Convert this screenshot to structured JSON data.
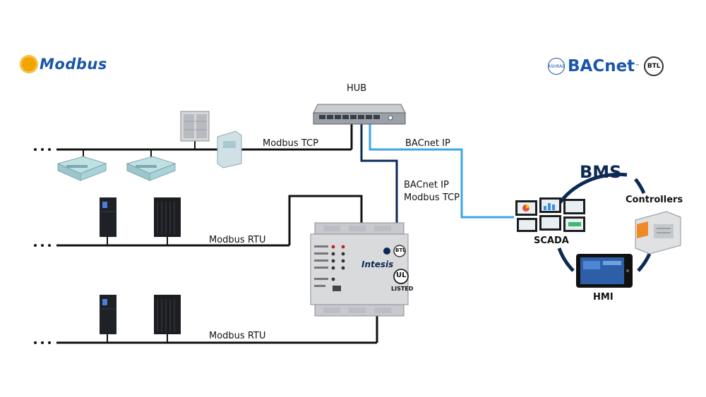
{
  "logos": {
    "modbus": "Modbus",
    "bacnet": "BACnet",
    "bacnet_tm": "™",
    "ashrae": "ASHRAE",
    "btl": "BTL"
  },
  "labels": {
    "hub": "HUB",
    "modbus_tcp": "Modbus TCP",
    "bacnet_ip_top": "BACnet IP",
    "bacnet_ip_mid": "BACnet IP",
    "modbus_tcp_mid": "Modbus TCP",
    "modbus_rtu_1": "Modbus RTU",
    "modbus_rtu_2": "Modbus RTU",
    "bms": "BMS",
    "controllers": "Controllers",
    "scada": "SCADA",
    "hmi": "HMI",
    "intesis": "Intesis",
    "ul": "UL",
    "listed": "LISTED",
    "btl_device": "BTL"
  },
  "colors": {
    "bus_black": "#111111",
    "bacnet_navy": "#0d2a55",
    "bacnet_light": "#3aa6e8",
    "modbus_blue": "#1a56a8"
  }
}
